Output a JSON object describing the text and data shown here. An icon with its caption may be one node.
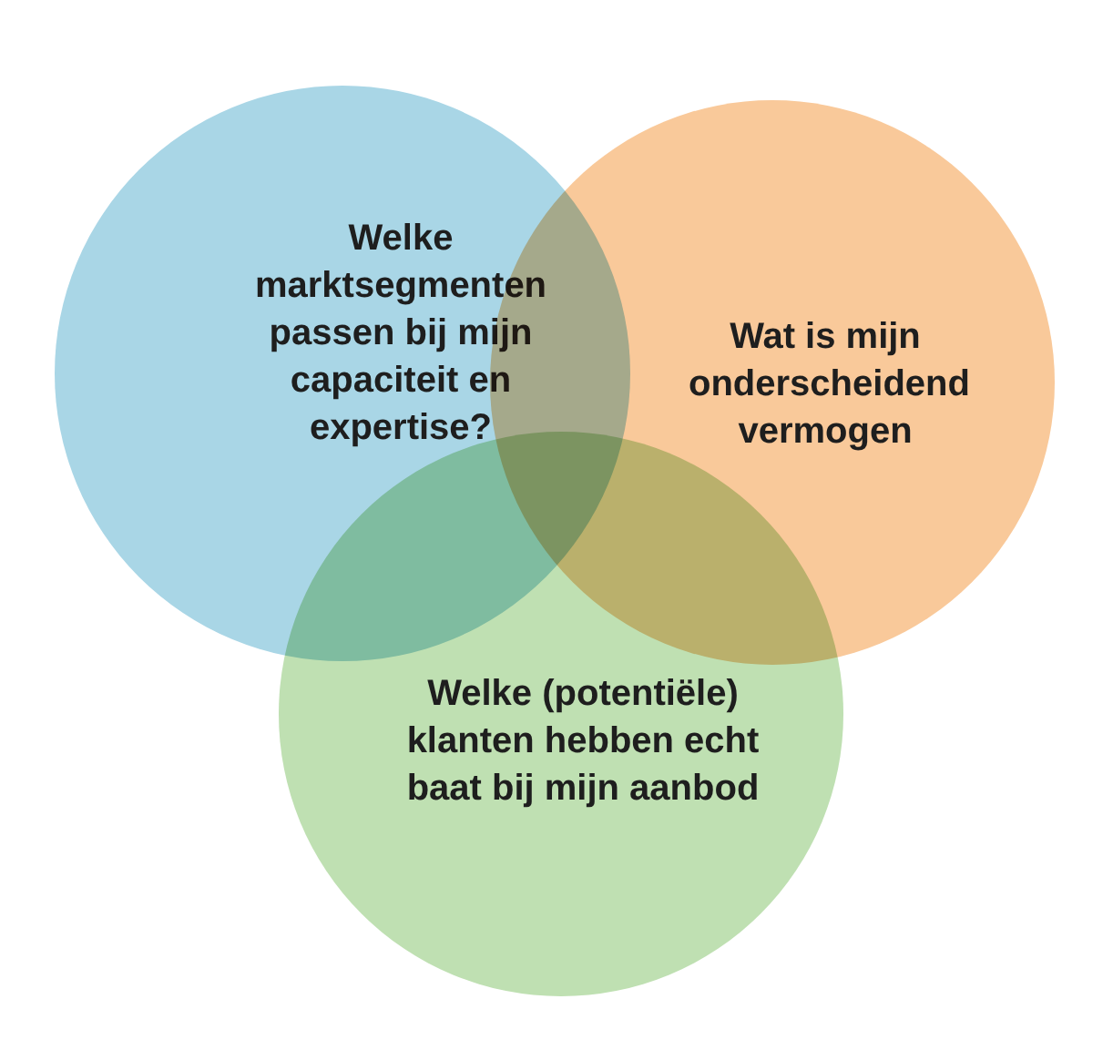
{
  "diagram": {
    "nodes": [
      {
        "text": [
          "Welke marktsegmenten passen bij mijn capaciteit en expertise?"
        ]
      },
      {
        "text": [
          "Wat is mijn onderscheidend vermogen"
        ]
      },
      {
        "text": [
          "Welke (potentiële) klanten hebben echt baat bij mijn aanbod"
        ]
      }
    ],
    "edges": []
  }
}
